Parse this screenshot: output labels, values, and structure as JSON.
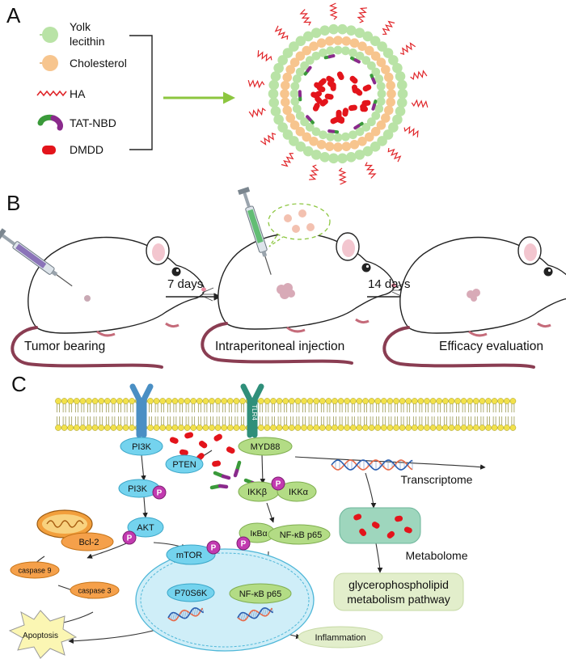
{
  "panels": {
    "a": "A",
    "b": "B",
    "c": "C"
  },
  "legend": {
    "yolk_line1": "Yolk",
    "yolk_line2": "lecithin",
    "cholesterol": "Cholesterol",
    "ha": "HA",
    "tat_nbd": "TAT-NBD",
    "dmdd": "DMDD"
  },
  "workflow": {
    "step1": "Tumor bearing",
    "step2": "Intraperitoneal injection",
    "step3": "Efficacy evaluation",
    "interval1": "7 days",
    "interval2": "14 days"
  },
  "pathway": {
    "pi3k_top": "PI3K",
    "pten": "PTEN",
    "pi3k": "PI3K",
    "akt": "AKT",
    "bcl2": "Bcl-2",
    "mtor": "mTOR",
    "caspase9": "caspase 9",
    "caspase3": "caspase 3",
    "apoptosis": "Apoptosis",
    "p70s6k": "P70S6K",
    "myd88": "MYD88",
    "ikkb": "IKKβ",
    "ikka": "IKKα",
    "ikba": "IκBα",
    "nfkb_cyto": "NF-κB p65",
    "nfkb_nuc": "NF-κB p65",
    "inflammation": "Inflammation",
    "phospho": "P",
    "transcriptome": "Transcriptome",
    "metabolome": "Metabolome",
    "glycero1": "glycerophospholipid",
    "glycero2": "metabolism pathway",
    "tlr4": "TLR4"
  },
  "colors": {
    "lecithin": "#b9e3a6",
    "cholesterol": "#f7c58e",
    "ha": "#e0262a",
    "tat_green": "#3a9a3a",
    "tat_purple": "#8a2a8c",
    "dmdd": "#e3141b",
    "arrow_green": "#8cc63f",
    "membrane_head": "#f2e14a",
    "cyan_node": "#74d3ee",
    "green_node": "#b3dc85",
    "orange_node": "#f5a04a",
    "phospho": "#c23ab0",
    "nucleus": "#cfeef8",
    "metabolome": "#9ed6bd",
    "pathway_box": "#e2eecb"
  },
  "icons": [
    "syringe-icon",
    "mouse-icon",
    "receptor-icon",
    "mitochondrion-icon",
    "dna-icon",
    "apoptosis-burst-icon"
  ]
}
